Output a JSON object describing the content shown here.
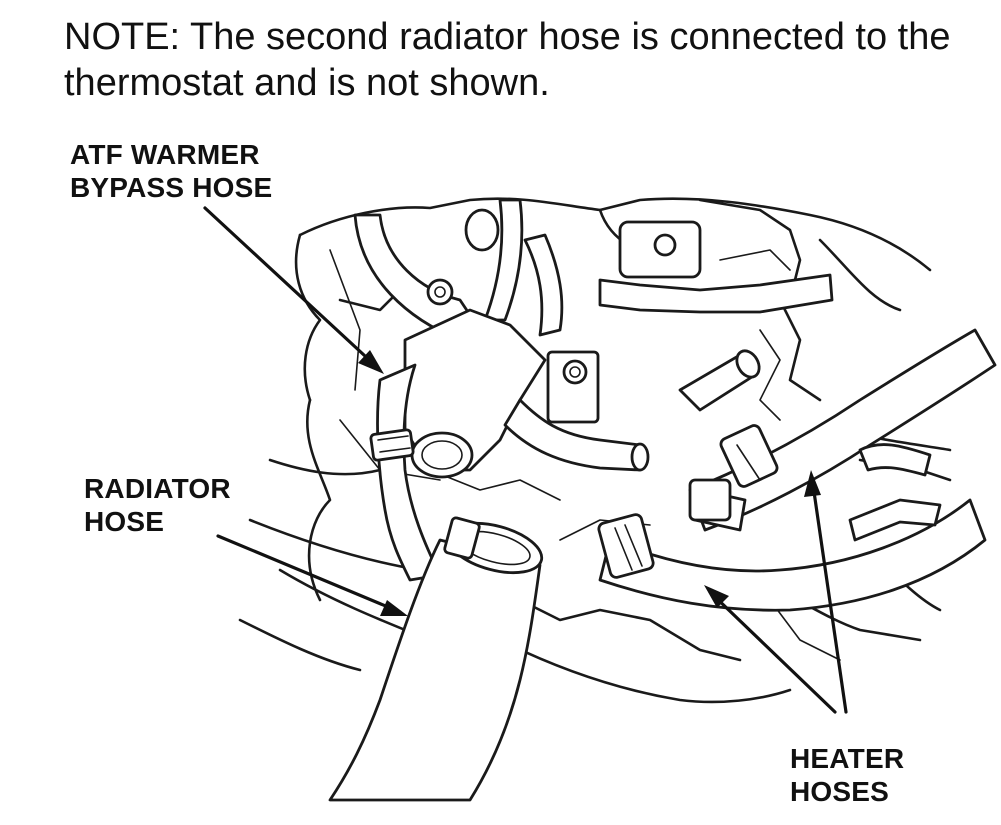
{
  "note": "NOTE: The second radiator hose is connected to the thermostat and is not shown.",
  "labels": {
    "atf_warmer_bypass_hose": "ATF WARMER\nBYPASS HOSE",
    "radiator_hose": "RADIATOR\nHOSE",
    "heater_hoses": "HEATER\nHOSES"
  },
  "colors": {
    "line": "#1a1a1a",
    "background": "#ffffff"
  }
}
